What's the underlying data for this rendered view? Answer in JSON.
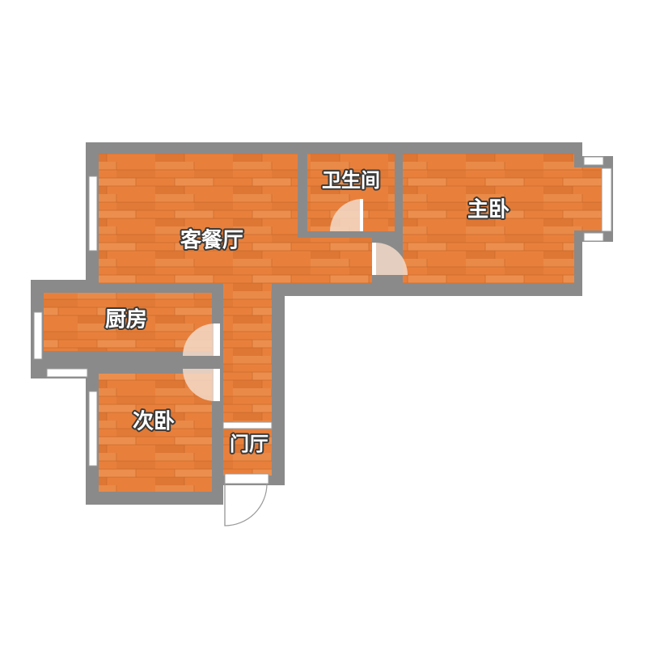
{
  "rooms": {
    "living_dining": "客餐厅",
    "bathroom": "卫生间",
    "master_bedroom": "主卧",
    "kitchen": "厨房",
    "second_bedroom": "次卧",
    "foyer": "门厅"
  },
  "colors": {
    "wall": "#8a8a8a",
    "floor": "#e8803c",
    "floor_dark": "#d86f2e",
    "window": "#ffffff",
    "door_arc": "#f3d9c8"
  }
}
